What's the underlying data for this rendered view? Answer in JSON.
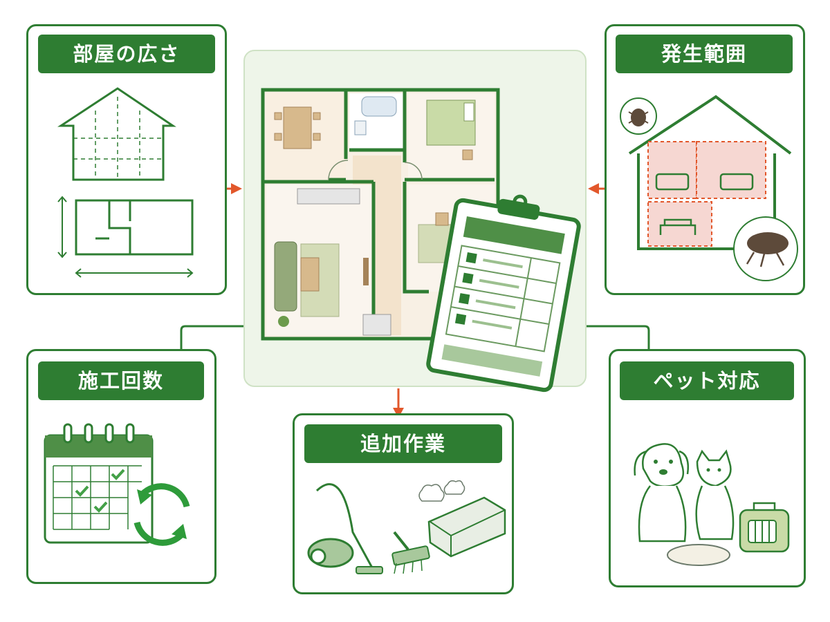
{
  "cards": {
    "room_size": {
      "title": "部屋の広さ",
      "icon": "house-floorplan-icon"
    },
    "infestation_area": {
      "title": "発生範囲",
      "icon": "house-pests-icon"
    },
    "treatment_count": {
      "title": "施工回数",
      "icon": "calendar-cycle-icon"
    },
    "additional_work": {
      "title": "追加作業",
      "icon": "cleaning-tools-icon"
    },
    "pet_support": {
      "title": "ペット対応",
      "icon": "dog-cat-icon"
    }
  },
  "center": {
    "icons": [
      "floor-plan-icon",
      "clipboard-checklist-icon"
    ]
  },
  "colors": {
    "brand_green": "#2e7d32",
    "arrow_red": "#e2572b",
    "panel_bg": "#eef5e9",
    "highlight_pink": "#f6d7d2"
  }
}
